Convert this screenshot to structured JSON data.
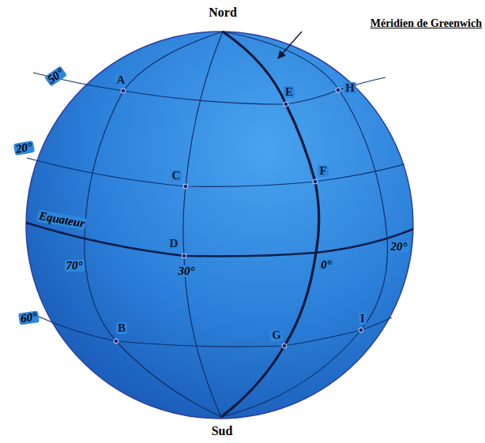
{
  "diagram": {
    "labels": [
      "Nord",
      "Méridien de Greenwich",
      "50°",
      "A",
      "E",
      "H",
      "20°",
      "C",
      "F",
      "Equateur",
      "D",
      "70°",
      "30°",
      "0°",
      "20°",
      "60°",
      "B",
      "G",
      "I",
      "Sud"
    ]
  }
}
